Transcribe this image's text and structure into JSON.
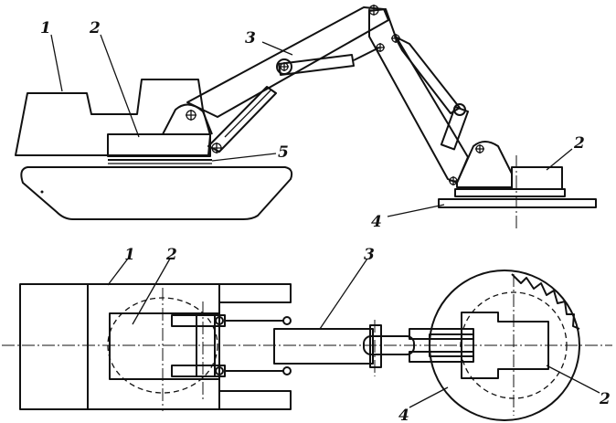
{
  "side_view": {
    "labels": {
      "l1": "1",
      "l2": "2",
      "l3": "3",
      "l5": "5",
      "l2b": "2",
      "l4": "4"
    }
  },
  "plan_view": {
    "labels": {
      "l1": "1",
      "l2": "2",
      "l3": "3",
      "l4": "4",
      "l2b": "2"
    }
  }
}
